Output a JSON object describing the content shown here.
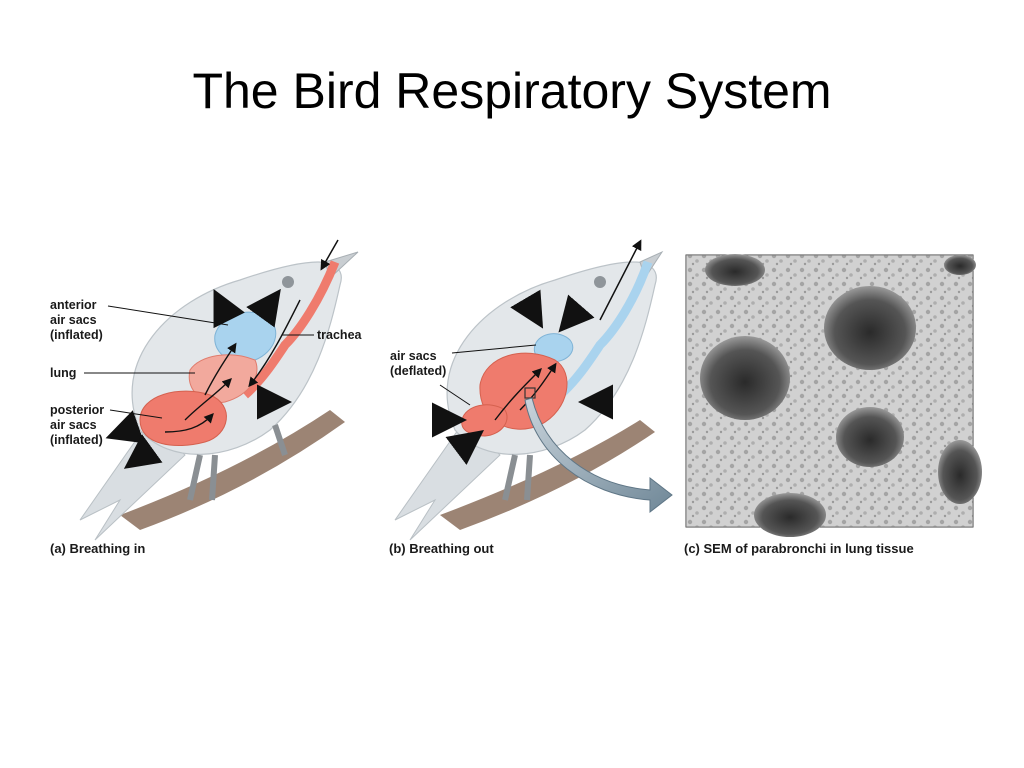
{
  "slide": {
    "title": "The Bird Respiratory System"
  },
  "panel_a": {
    "labels": {
      "anterior": "anterior\nair sacs\n(inflated)",
      "lung": "lung",
      "posterior": "posterior\nair sacs\n(inflated)",
      "trachea": "trachea"
    },
    "caption": "(a) Breathing in"
  },
  "panel_b": {
    "labels": {
      "air_sacs": "air sacs\n(deflated)"
    },
    "caption": "(b) Breathing out"
  },
  "panel_c": {
    "caption": "(c) SEM of parabronchi in lung tissue"
  },
  "colors": {
    "air_sac_blue": "#a9d3ee",
    "lung_red": "#ef7b6d",
    "bird_body": "#e3e7ea",
    "branch": "#9c8474",
    "sem_gray": "#bdbdbd"
  }
}
